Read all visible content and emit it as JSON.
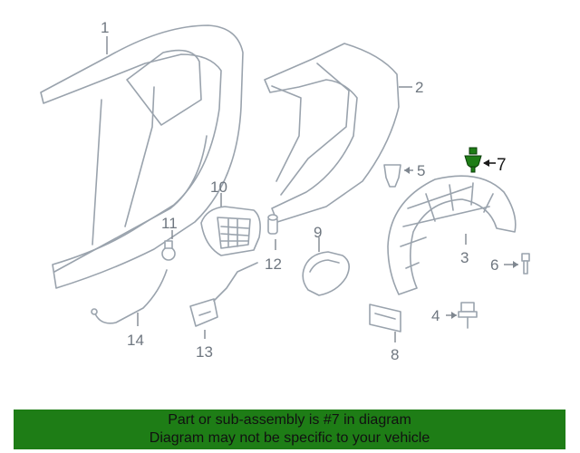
{
  "callouts": {
    "c1": "1",
    "c2": "2",
    "c3": "3",
    "c4": "4",
    "c5": "5",
    "c6": "6",
    "c7": "7",
    "c8": "8",
    "c9": "9",
    "c10": "10",
    "c11": "11",
    "c12": "12",
    "c13": "13",
    "c14": "14"
  },
  "highlight": {
    "part": "7",
    "color": "#1e7d16"
  },
  "banner": {
    "line1": "Part or sub-assembly is #7 in diagram",
    "line2": "Diagram may not be specific to your vehicle",
    "color": "#1e7d16"
  }
}
